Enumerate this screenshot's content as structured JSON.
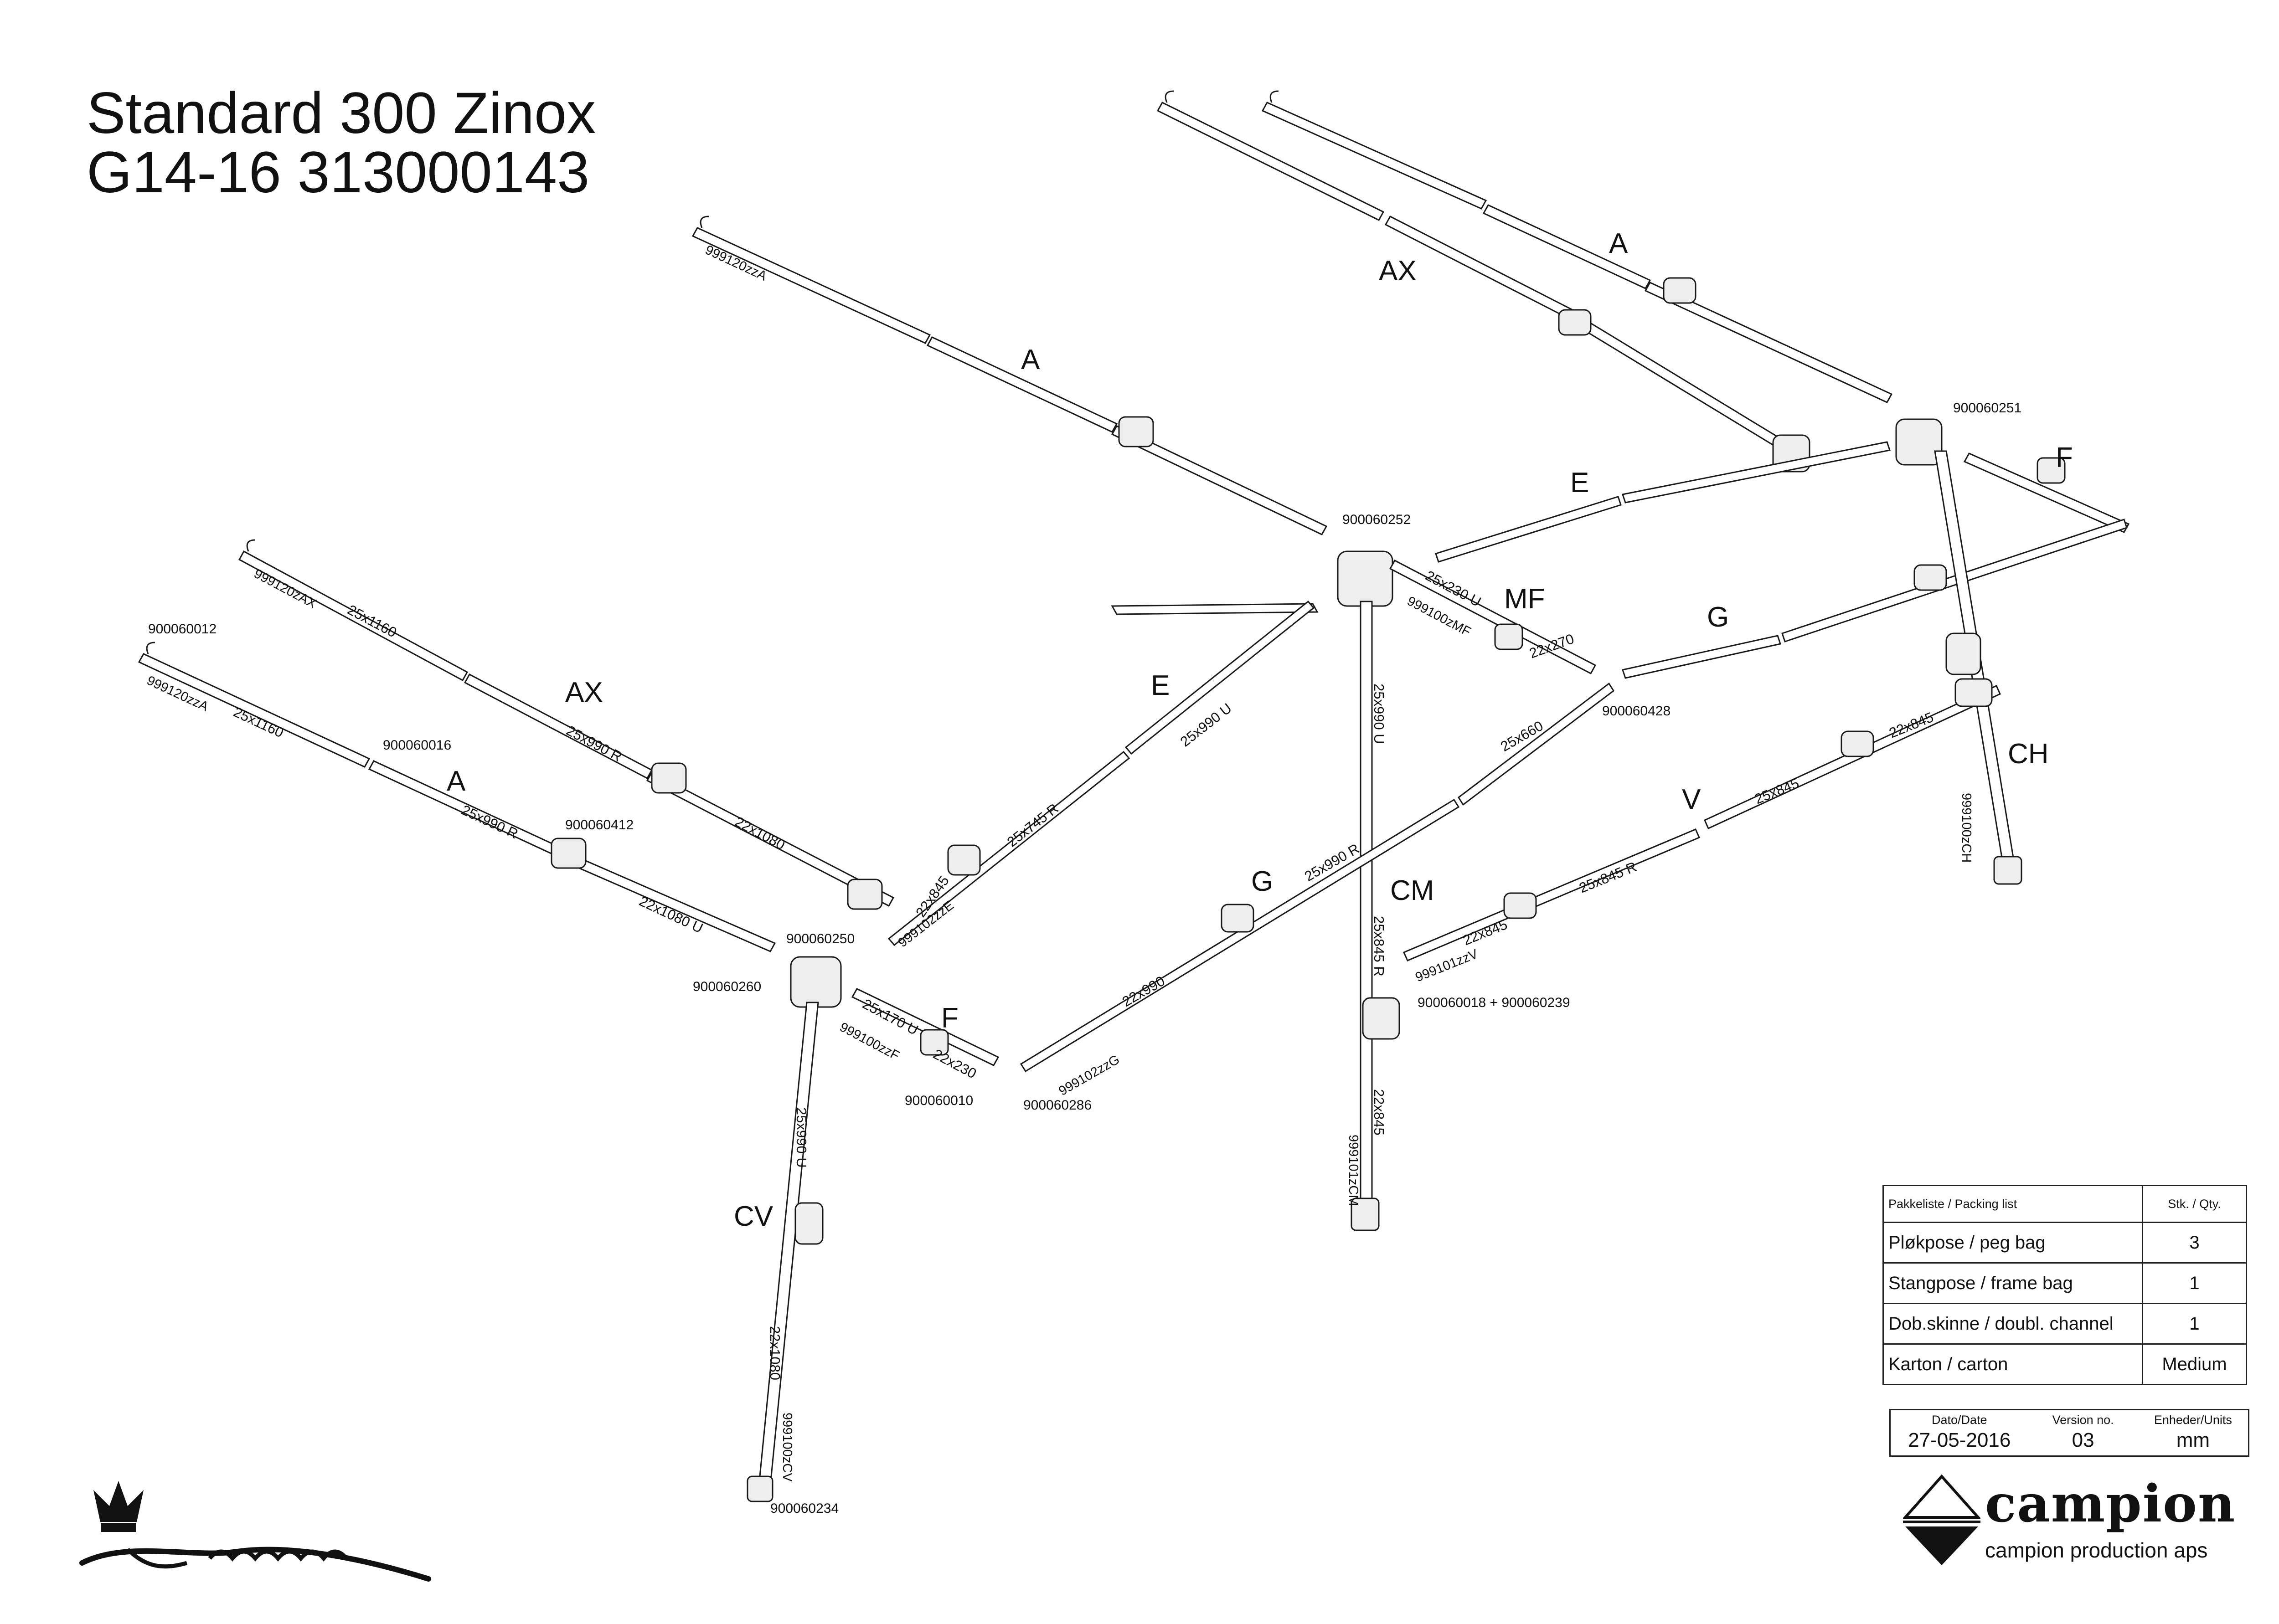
{
  "title": {
    "line1": "Standard 300 Zinox",
    "line2": "G14-16 313000143"
  },
  "pole_letters": {
    "a_rear_right": "A",
    "ax_rear": "AX",
    "a_center": "A",
    "e_center": "E",
    "f_right": "F",
    "mf_right": "MF",
    "g_right": "G",
    "ch_right": "CH",
    "ax_left": "AX",
    "a_left": "A",
    "e_left": "E",
    "v_front": "V",
    "g_front": "G",
    "cm_front": "CM",
    "f_left": "F",
    "cv_left": "CV"
  },
  "part_codes": {
    "c1": "900060251",
    "c2": "900060252",
    "c3": "900060428",
    "c4": "900060012",
    "c5": "900060016",
    "c6": "900060412",
    "c7": "900060260",
    "c8": "900060250",
    "c9": "900060010",
    "c10": "900060286",
    "c11": "900060018 + 900060239",
    "c12": "900060234"
  },
  "dimensions": {
    "ax_left_1": "25x1160",
    "ax_left_2": "25x990 R",
    "ax_left_3": "22x1080",
    "a_left_1": "25x1160",
    "a_left_2": "25x990 R",
    "a_left_3": "22x1080 U",
    "e_left_1": "25x990 U",
    "e_left_2": "25x745 R",
    "e_left_3": "22x845",
    "f_left_1": "25x170 U",
    "f_left_2": "22x230",
    "cv_1": "25x990 U",
    "cv_2": "22x1080",
    "g_front_1": "25x660",
    "g_front_2": "25x990 R",
    "g_front_3": "22x990",
    "v_1": "25x845",
    "v_2": "22x845",
    "v_3": "25x845 R",
    "v_4": "22x845",
    "cm_1": "25x990 U",
    "cm_2": "25x845 R",
    "cm_3": "22x845",
    "mf_1": "25x230 U",
    "mf_2": "22x270"
  },
  "part_refs": {
    "r1": "999120zzA",
    "r2": "999120zAX",
    "r3": "999120zzA",
    "r4": "999102zzE",
    "r5": "999100zzF",
    "r6": "999100zCV",
    "r7": "999102zzG",
    "r8": "999101zzV",
    "r9": "999101zCM",
    "r10": "999100zMF",
    "r11": "999100zCH"
  },
  "packing_list": {
    "header": {
      "item": "Pakkeliste / Packing list",
      "qty": "Stk. / Qty."
    },
    "rows": [
      {
        "item": "Pløkpose / peg bag",
        "qty": "3"
      },
      {
        "item": "Stangpose / frame bag",
        "qty": "1"
      },
      {
        "item": "Dob.skinne / doubl. channel",
        "qty": "1"
      },
      {
        "item": "Karton / carton",
        "qty": "Medium"
      }
    ]
  },
  "version_box": {
    "date_label": "Dato/Date",
    "date": "27-05-2016",
    "version_label": "Version no.",
    "version": "03",
    "units_label": "Enheder/Units",
    "units": "mm"
  },
  "logos": {
    "left": "Isabella",
    "right": "campion",
    "right_tagline": "campion production aps"
  },
  "colors": {
    "line": "#1a1a1a",
    "background": "#ffffff"
  }
}
